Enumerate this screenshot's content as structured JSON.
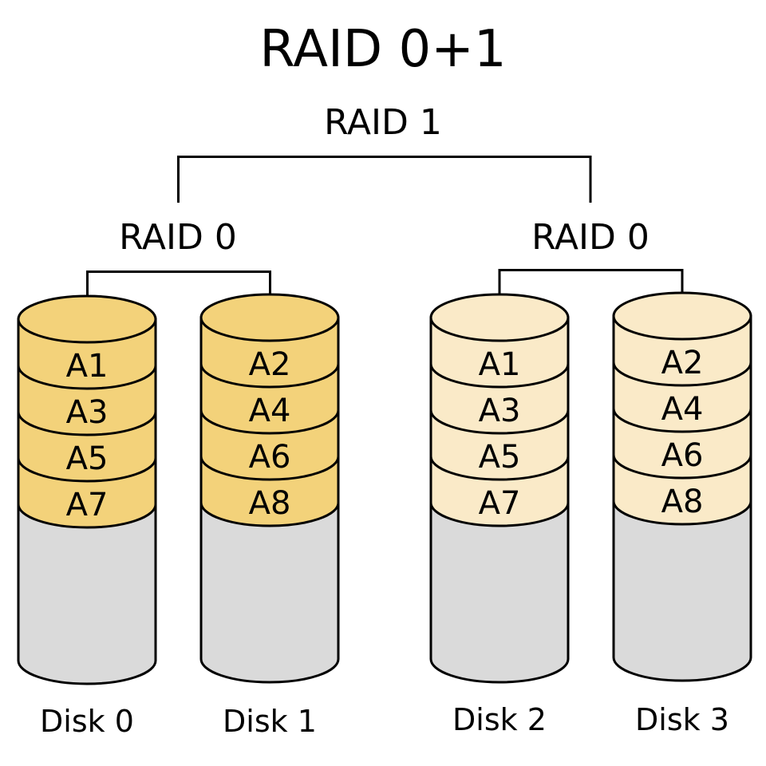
{
  "title": "RAID 0+1",
  "mirror_label": "RAID 1",
  "colors": {
    "primary_fill": "#f3d27a",
    "mirror_fill": "#faeac8",
    "empty_fill": "#dadada",
    "stroke": "#000000"
  },
  "groups": [
    {
      "label": "RAID 0",
      "disks": [
        {
          "label": "Disk 0",
          "blocks": [
            "A1",
            "A3",
            "A5",
            "A7"
          ],
          "fill": "primary_fill"
        },
        {
          "label": "Disk 1",
          "blocks": [
            "A2",
            "A4",
            "A6",
            "A8"
          ],
          "fill": "primary_fill"
        }
      ]
    },
    {
      "label": "RAID 0",
      "disks": [
        {
          "label": "Disk 2",
          "blocks": [
            "A1",
            "A3",
            "A5",
            "A7"
          ],
          "fill": "mirror_fill"
        },
        {
          "label": "Disk 3",
          "blocks": [
            "A2",
            "A4",
            "A6",
            "A8"
          ],
          "fill": "mirror_fill"
        }
      ]
    }
  ]
}
